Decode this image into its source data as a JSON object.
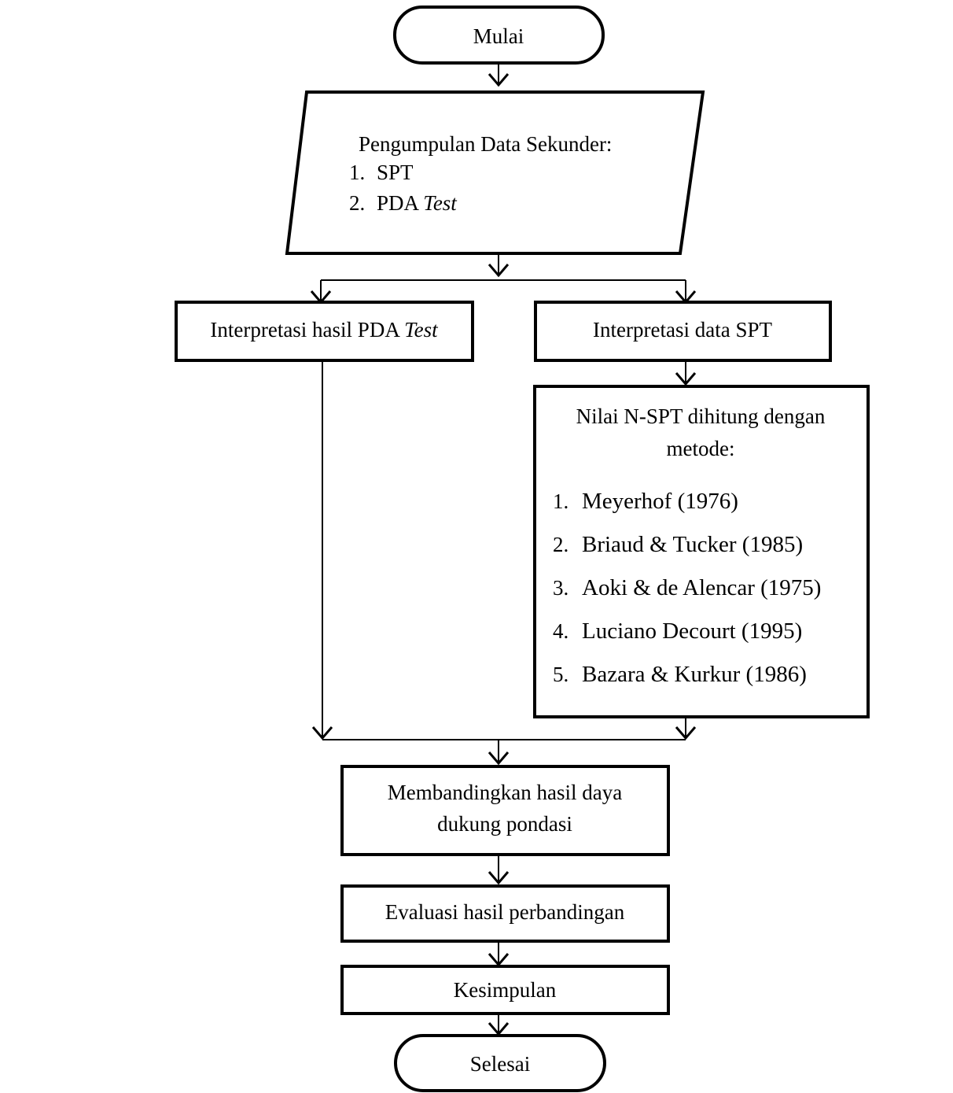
{
  "nodes": {
    "start": "Mulai",
    "data_collection": {
      "title": "Pengumpulan Data Sekunder:",
      "items": [
        {
          "num": "1.",
          "text": "SPT",
          "italic": ""
        },
        {
          "num": "2.",
          "text": "PDA ",
          "italic": "Test"
        }
      ]
    },
    "pda_interpretation": {
      "text": "Interpretasi hasil PDA ",
      "italic": "Test"
    },
    "spt_interpretation": "Interpretasi data SPT",
    "nspt_methods": {
      "title_line1": "Nilai N-SPT dihitung dengan",
      "title_line2": "metode:",
      "items": [
        {
          "num": "1.",
          "text": "Meyerhof (1976)"
        },
        {
          "num": "2.",
          "text": "Briaud & Tucker (1985)"
        },
        {
          "num": "3.",
          "text": "Aoki & de Alencar (1975)"
        },
        {
          "num": "4.",
          "text": "Luciano Decourt (1995)"
        },
        {
          "num": "5.",
          "text": "Bazara & Kurkur (1986)"
        }
      ]
    },
    "compare": {
      "line1": "Membandingkan hasil daya",
      "line2": "dukung pondasi"
    },
    "evaluate": "Evaluasi hasil perbandingan",
    "conclusion": "Kesimpulan",
    "end": "Selesai"
  }
}
